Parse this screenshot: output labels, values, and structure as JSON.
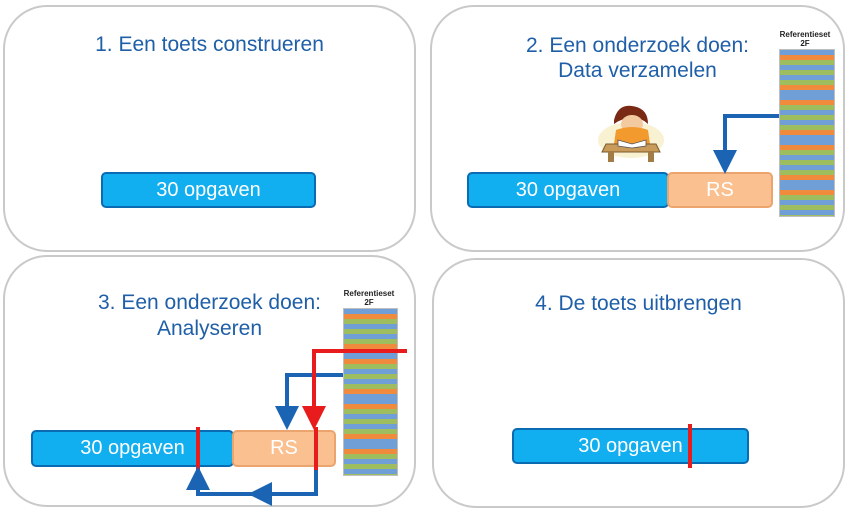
{
  "colors": {
    "title": "#1f5fa8",
    "blue_box": "#11aef0",
    "blue_border": "#0a6bb3",
    "orange_box": "#fbc090",
    "arrow_blue": "#1b63b3",
    "arrow_red": "#e81c1c",
    "stripes": [
      "#6f9fd6",
      "#f08a3c",
      "#9ebd5e",
      "#f08a3c",
      "#6f9fd6",
      "#9ebd5e"
    ]
  },
  "panels": [
    {
      "title": "1.  Een toets construeren",
      "box_label": "30 opgaven"
    },
    {
      "title_line1": "2. Een onderzoek doen:",
      "title_line2": "Data verzamelen",
      "box_label": "30 opgaven",
      "rs_label": "RS",
      "ref_line1": "Referentieset",
      "ref_line2": "2F",
      "icon": "student-studying-icon"
    },
    {
      "title_line1": "3. Een onderzoek doen:",
      "title_line2": "Analyseren",
      "box_label": "30 opgaven",
      "rs_label": "RS",
      "ref_line1": "Referentieset",
      "ref_line2": "2F"
    },
    {
      "title": "4. De toets uitbrengen",
      "box_label": "30 opgaven"
    }
  ]
}
